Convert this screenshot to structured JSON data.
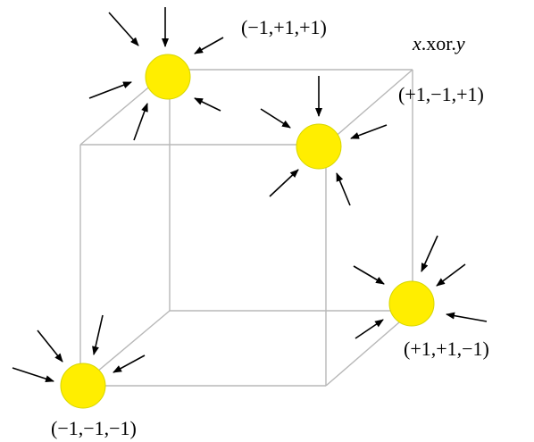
{
  "diagram": {
    "title": {
      "var_x": "x",
      "op": ".xor.",
      "var_y": "y"
    },
    "colors": {
      "ball": "#ffee00",
      "edge": "#b8b8b8",
      "arrow": "#000000"
    },
    "points": [
      {
        "id": "p1",
        "label": "(−1,+1,+1)"
      },
      {
        "id": "p2",
        "label": "(+1,−1,+1)"
      },
      {
        "id": "p3",
        "label": "(+1,+1,−1)"
      },
      {
        "id": "p4",
        "label": "(−1,−1,−1)"
      }
    ]
  }
}
